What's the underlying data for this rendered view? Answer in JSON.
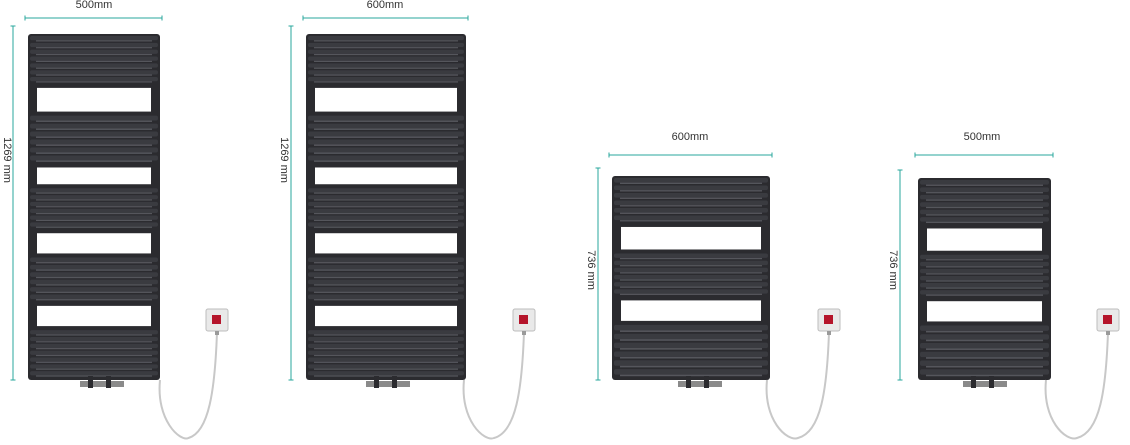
{
  "colors": {
    "frame": "#2b2b2f",
    "bar": "#3a3b40",
    "bar_highlight": "#55565c",
    "gap": "#ffffff",
    "dimension_line": "#2aa79c",
    "cable": "#c8c8c8",
    "switch_plate": "#e9e9e9",
    "switch_button": "#b5152b",
    "valve": "#8a8a8a"
  },
  "radiators": [
    {
      "id": "radiator-1",
      "width_label": "500mm",
      "height_label": "1269 mm"
    },
    {
      "id": "radiator-2",
      "width_label": "600mm",
      "height_label": "1269 mm"
    },
    {
      "id": "radiator-3",
      "width_label": "600mm",
      "height_label": "736 mm"
    },
    {
      "id": "radiator-4",
      "width_label": "500mm",
      "height_label": "736 mm"
    }
  ]
}
